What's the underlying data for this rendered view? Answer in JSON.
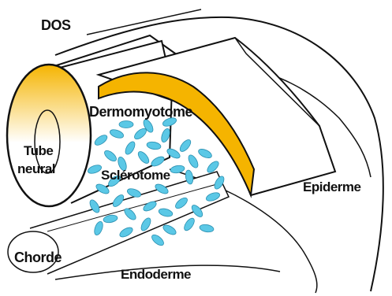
{
  "labels": {
    "dos": "DOS",
    "dermomyotome": "Dermomyotome",
    "tube_line1": "Tube",
    "tube_line2": "neural",
    "sclerotome": "Sclérotome",
    "epiderme": "Epiderme",
    "chorde": "Chorde",
    "endoderme": "Endoderme"
  },
  "colors": {
    "outline": "#111111",
    "dermomyotome_fill": "#f5b400",
    "tube_gradient_top": "#f5b400",
    "tube_gradient_bottom": "#ffffff",
    "sclerotome_cell": "#5bc8e6",
    "sclerotome_cell_stroke": "#2a8fb0"
  }
}
